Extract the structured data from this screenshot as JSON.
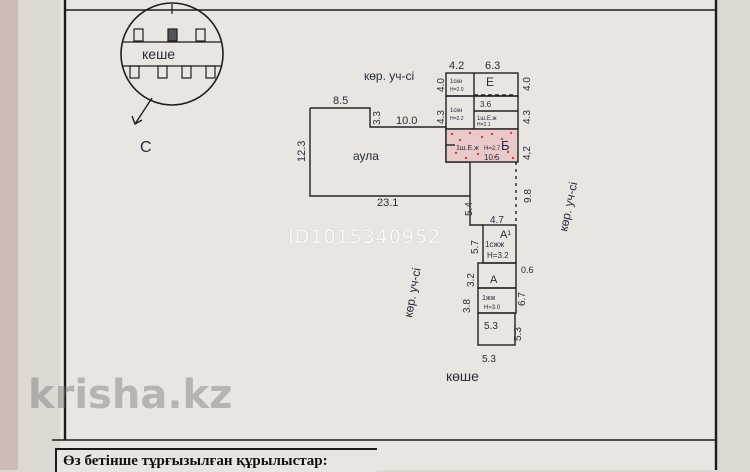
{
  "orientation": {
    "street_label": "кеше",
    "compass_letter": "С"
  },
  "neighbors": {
    "top": "көр. уч-сі",
    "right": "көр. уч-сі",
    "left": "көр. уч-сі"
  },
  "bottom_street": "көше",
  "yard_label": "аула",
  "rooms": {
    "E": "Е",
    "B": "Б",
    "A1": "А¹",
    "A": "А"
  },
  "room_notes": {
    "E_small": "1скн",
    "E_small_h": "Н=2.0",
    "mid_small": "1скн",
    "mid_small_h": "Н=2.2",
    "mid_small2": "1ш.Е.ж",
    "mid_small2_h": "Н=2.1",
    "B_note": "1ш.Е.ж",
    "B_h": "Н=2.7",
    "A1_note": "1сжж",
    "A1_h": "Н=3.2",
    "A_note": "1жж",
    "A_h": "Н=3.0"
  },
  "dimensions": {
    "d42": "4.2",
    "d63": "6.3",
    "d40a": "4.0",
    "d40b": "4.0",
    "d43a": "4.3",
    "d43b": "4.3",
    "d36": "3.6",
    "d85": "8.5",
    "d33": "3.3",
    "d100": "10.0",
    "d123": "12.3",
    "d42b": "4,2",
    "d105": "10.5",
    "d231": "23.1",
    "d98": "9.8",
    "d54": "5.4",
    "d47": "4.7",
    "d57": "5.7",
    "d32": "3.2",
    "d06": "0.6",
    "d67": "6.7",
    "d38": "3.8",
    "d53a": "5.3",
    "d53b": "5.3",
    "d53c": "5.3"
  },
  "watermarks": {
    "id": "ID1015340952",
    "logo": "krisha.kz"
  },
  "footer_title": "Өз бетінше тұрғызылған құрылыстар:"
}
